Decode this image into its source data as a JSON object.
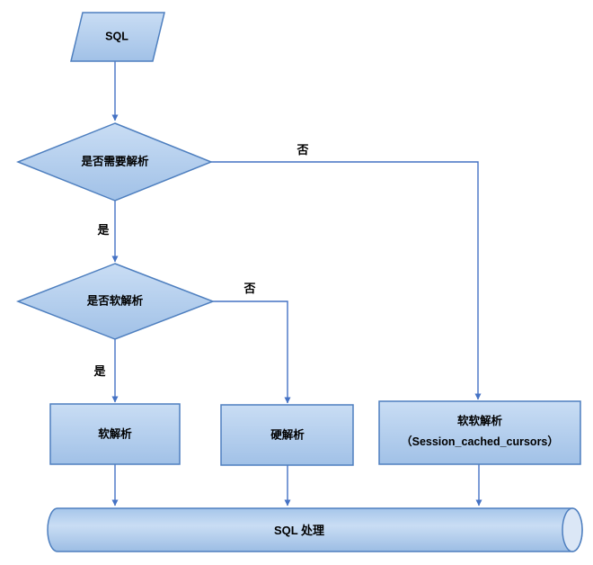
{
  "diagram": {
    "title": "SQL parse decision flowchart",
    "nodes": {
      "start": {
        "type": "parallelogram",
        "label": "SQL"
      },
      "decision1": {
        "type": "diamond",
        "label": "是否需要解析"
      },
      "decision2": {
        "type": "diamond",
        "label": "是否软解析"
      },
      "soft_parse": {
        "type": "process",
        "label": "软解析"
      },
      "hard_parse": {
        "type": "process",
        "label": "硬解析"
      },
      "softer_parse": {
        "type": "process",
        "label": "软软解析",
        "sublabel": "（Session_cached_cursors）"
      },
      "sql_process": {
        "type": "cylinder",
        "label": "SQL 处理"
      }
    },
    "edges": {
      "decision1_no": {
        "from": "decision1",
        "to": "softer_parse",
        "label": "否"
      },
      "decision1_yes": {
        "from": "decision1",
        "to": "decision2",
        "label": "是"
      },
      "decision2_no": {
        "from": "decision2",
        "to": "hard_parse",
        "label": "否"
      },
      "decision2_yes": {
        "from": "decision2",
        "to": "soft_parse",
        "label": "是"
      }
    },
    "colors": {
      "fill_light": "#c9ddf4",
      "fill_dark": "#a1c1e7",
      "border": "#4e7fbf",
      "connector": "#4472c4",
      "text": "#000000",
      "cap_fill": "#dbe7f6",
      "bg": "#ffffff"
    }
  }
}
